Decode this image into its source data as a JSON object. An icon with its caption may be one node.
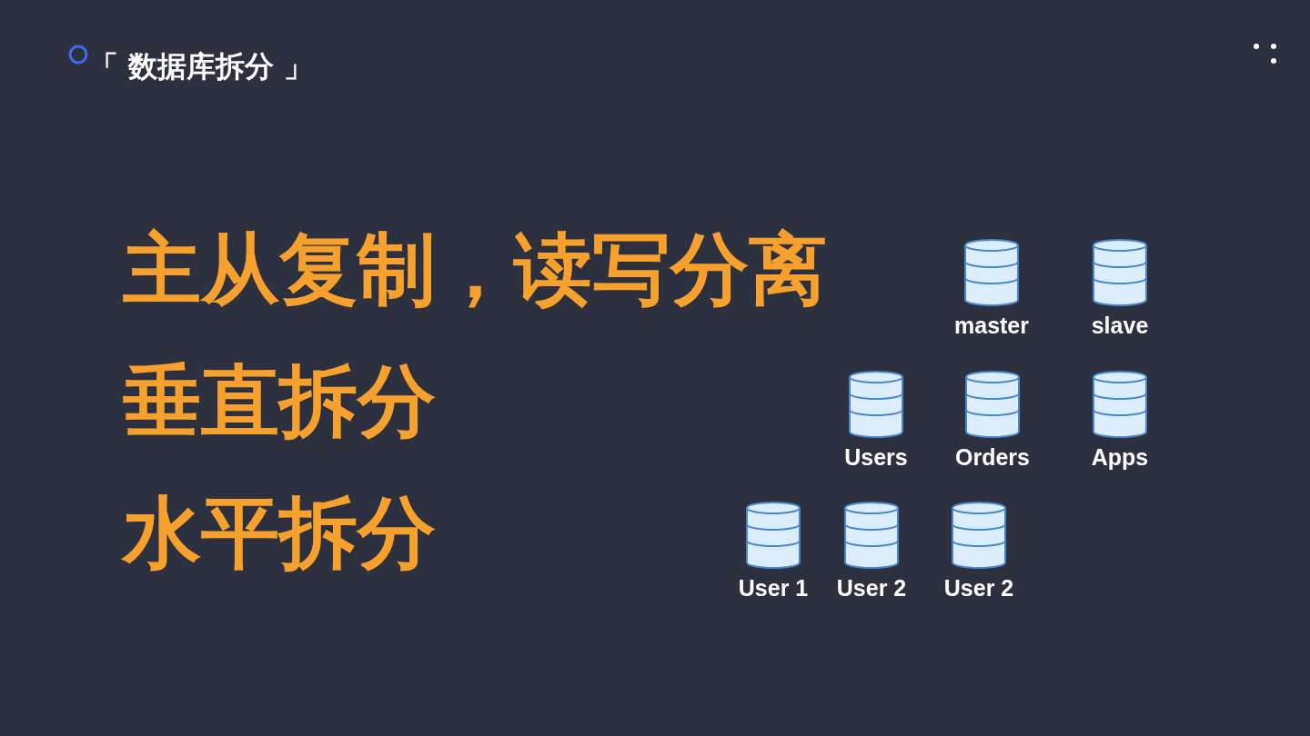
{
  "diagram": {
    "title": "「 数据库拆分 」",
    "nodes": [
      {
        "text": [
          "master"
        ]
      },
      {
        "text": [
          "slave"
        ]
      },
      {
        "text": [
          "Users"
        ]
      },
      {
        "text": [
          "Orders"
        ]
      },
      {
        "text": [
          "Apps"
        ]
      },
      {
        "text": [
          "User 1"
        ]
      },
      {
        "text": [
          "User 2"
        ]
      },
      {
        "text": [
          "User 2"
        ]
      }
    ],
    "labels": [
      "主从复制，读写分离",
      "垂直拆分",
      "水平拆分"
    ]
  }
}
